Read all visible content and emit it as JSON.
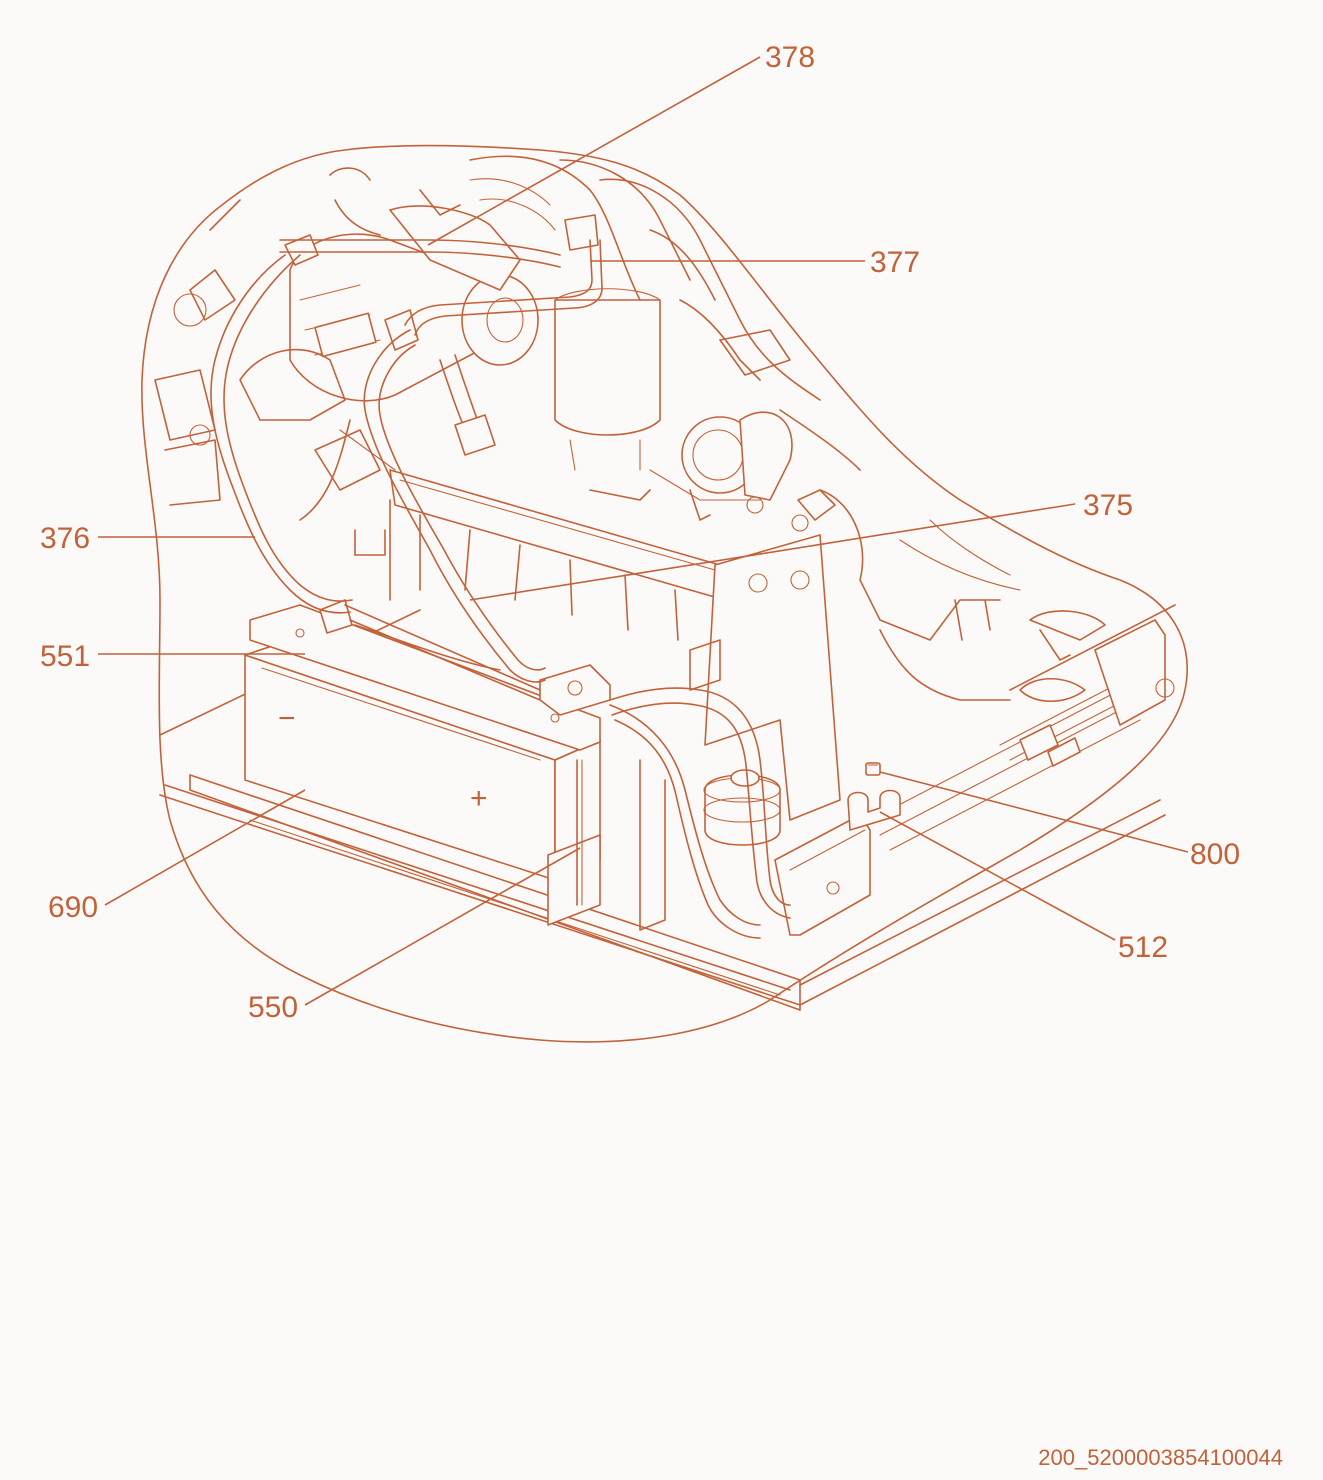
{
  "callouts": [
    {
      "id": "378",
      "label": "378"
    },
    {
      "id": "377",
      "label": "377"
    },
    {
      "id": "375",
      "label": "375"
    },
    {
      "id": "376",
      "label": "376"
    },
    {
      "id": "551",
      "label": "551"
    },
    {
      "id": "690",
      "label": "690"
    },
    {
      "id": "550",
      "label": "550"
    },
    {
      "id": "800",
      "label": "800"
    },
    {
      "id": "512",
      "label": "512"
    }
  ],
  "battery": {
    "minus": "−",
    "plus": "+"
  },
  "drawing_code": "200_5200003854100044",
  "colors": {
    "line": "#c3623a",
    "background": "#fbfaf8"
  }
}
